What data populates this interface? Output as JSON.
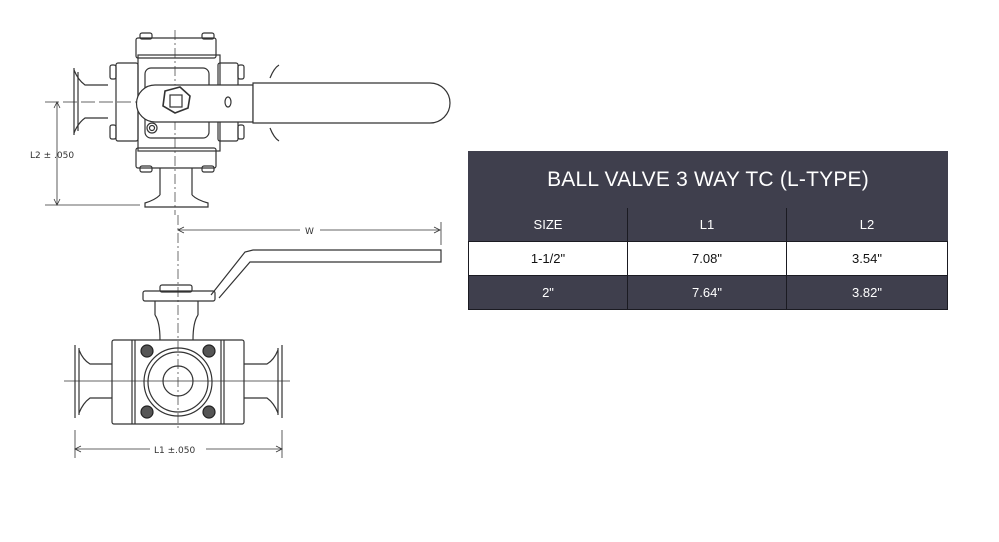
{
  "drawing": {
    "top_view": {
      "dimension_label": "L2 ± .050"
    },
    "front_view": {
      "width_label": "W",
      "length_label": "L1 ±.050"
    },
    "line_color": "#333333"
  },
  "table": {
    "title": "BALL VALVE 3 WAY TC (L-TYPE)",
    "columns": [
      "SIZE",
      "L1",
      "L2"
    ],
    "rows": [
      [
        "1-1/2\"",
        "7.08\"",
        "3.54\""
      ],
      [
        "2\"",
        "7.64\"",
        "3.82\""
      ]
    ],
    "colors": {
      "header_bg": "#3f3f4d",
      "header_text": "#ffffff",
      "light_row_bg": "#ffffff",
      "dark_row_bg": "#3f3f4d"
    }
  }
}
